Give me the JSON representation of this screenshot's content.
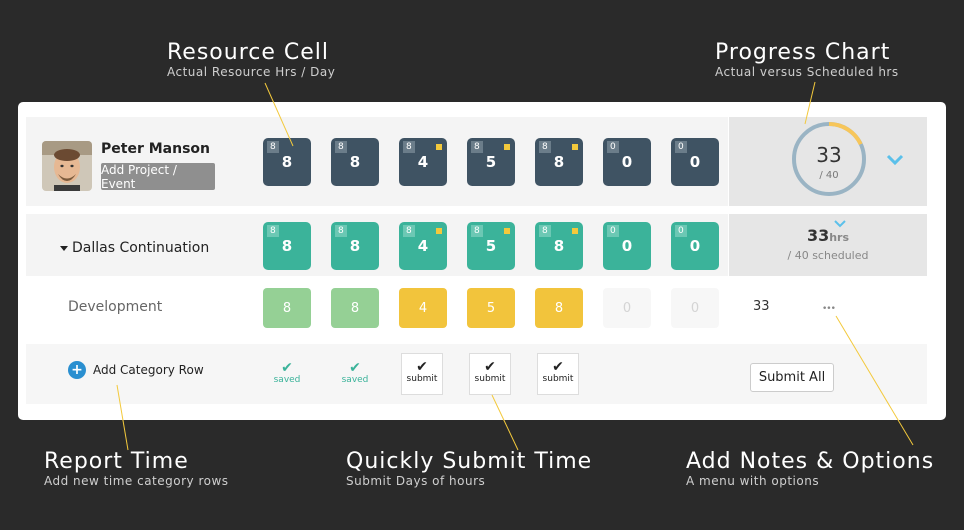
{
  "callouts": {
    "resource_cell": {
      "title": "Resource Cell",
      "subtitle": "Actual Resource Hrs / Day"
    },
    "progress_chart": {
      "title": "Progress Chart",
      "subtitle": "Actual versus Scheduled hrs"
    },
    "report_time": {
      "title": "Report Time",
      "subtitle": "Add new time category rows"
    },
    "quick_submit": {
      "title": "Quickly Submit Time",
      "subtitle": "Submit Days of hours"
    },
    "notes_options": {
      "title": "Add Notes & Options",
      "subtitle": "A menu with options"
    }
  },
  "resource": {
    "name": "Peter Manson",
    "add_project_label": "Add Project / Event",
    "days": [
      {
        "scheduled": "8",
        "actual": "8",
        "flag": false
      },
      {
        "scheduled": "8",
        "actual": "8",
        "flag": false
      },
      {
        "scheduled": "8",
        "actual": "4",
        "flag": true
      },
      {
        "scheduled": "8",
        "actual": "5",
        "flag": true
      },
      {
        "scheduled": "8",
        "actual": "8",
        "flag": true
      },
      {
        "scheduled": "0",
        "actual": "0",
        "flag": false
      },
      {
        "scheduled": "0",
        "actual": "0",
        "flag": false
      }
    ],
    "progress": {
      "actual": "33",
      "scheduled_label": "/ 40",
      "fraction": 0.825
    }
  },
  "project": {
    "name": "Dallas Continuation",
    "days": [
      {
        "scheduled": "8",
        "actual": "8",
        "flag": false
      },
      {
        "scheduled": "8",
        "actual": "8",
        "flag": false
      },
      {
        "scheduled": "8",
        "actual": "4",
        "flag": true
      },
      {
        "scheduled": "8",
        "actual": "5",
        "flag": true
      },
      {
        "scheduled": "8",
        "actual": "8",
        "flag": true
      },
      {
        "scheduled": "0",
        "actual": "0",
        "flag": false
      },
      {
        "scheduled": "0",
        "actual": "0",
        "flag": false
      }
    ],
    "summary": {
      "hours": "33",
      "hours_unit": "hrs",
      "scheduled": "/ 40 scheduled"
    }
  },
  "category": {
    "name": "Development",
    "days": [
      {
        "value": "8",
        "state": "green"
      },
      {
        "value": "8",
        "state": "green"
      },
      {
        "value": "4",
        "state": "yellow"
      },
      {
        "value": "5",
        "state": "yellow"
      },
      {
        "value": "8",
        "state": "yellow"
      },
      {
        "value": "0",
        "state": "empty"
      },
      {
        "value": "0",
        "state": "empty"
      }
    ],
    "total": "33",
    "options_glyph": "•••"
  },
  "footer": {
    "add_category_label": "Add Category Row",
    "day_status": [
      {
        "label": "saved",
        "type": "saved"
      },
      {
        "label": "saved",
        "type": "saved"
      },
      {
        "label": "submit",
        "type": "submit"
      },
      {
        "label": "submit",
        "type": "submit"
      },
      {
        "label": "submit",
        "type": "submit"
      }
    ],
    "submit_all_label": "Submit All"
  },
  "colors": {
    "dark_cell": "#3f5363",
    "teal_cell": "#3bb39a",
    "flag": "#f3c93c",
    "progress_track": "#9ab4c4",
    "progress_fill": "#f7c65a",
    "accent_blue": "#2a8fd0",
    "chevron": "#5bc0ea"
  }
}
